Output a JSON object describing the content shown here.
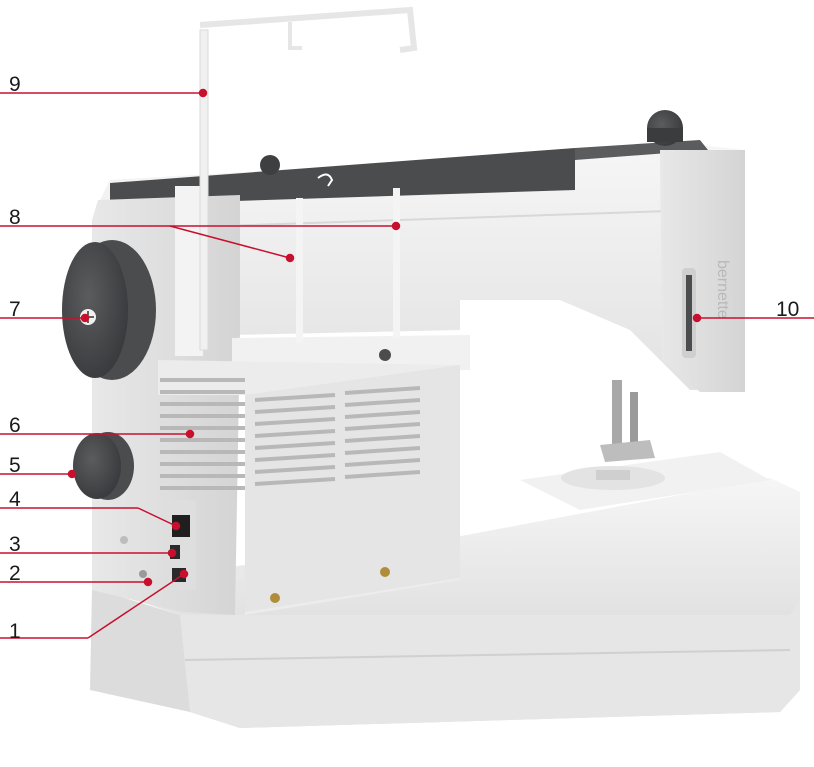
{
  "colors": {
    "leader": "#c8102e",
    "label": "#1a1a1a",
    "body": "#eeeeee",
    "body_shadow": "#d2d2d2",
    "dark": "#4a4c4e",
    "brand_text": "#b9b9b9"
  },
  "brand": "bernette",
  "callouts": [
    {
      "id": "1",
      "label": "1"
    },
    {
      "id": "2",
      "label": "2"
    },
    {
      "id": "3",
      "label": "3"
    },
    {
      "id": "4",
      "label": "4"
    },
    {
      "id": "5",
      "label": "5"
    },
    {
      "id": "6",
      "label": "6"
    },
    {
      "id": "7",
      "label": "7"
    },
    {
      "id": "8",
      "label": "8"
    },
    {
      "id": "9",
      "label": "9"
    },
    {
      "id": "10",
      "label": "10"
    }
  ]
}
